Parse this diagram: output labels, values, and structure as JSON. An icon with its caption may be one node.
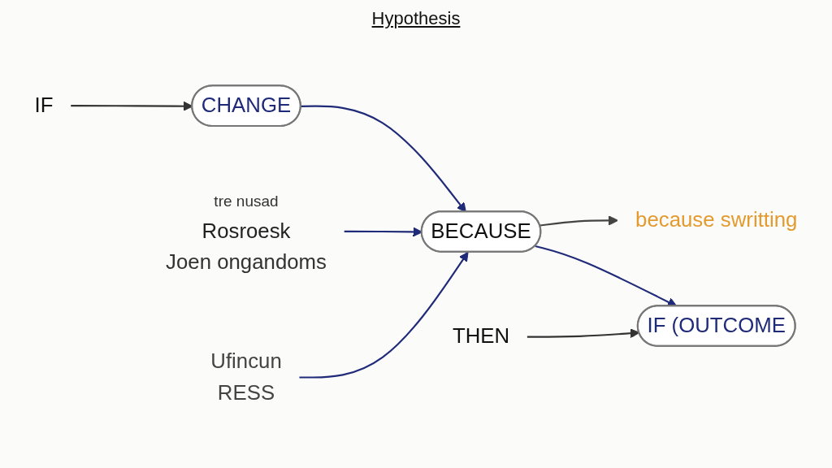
{
  "diagram": {
    "title": "Hypothesis",
    "nodes": [
      {
        "text": [
          "because swritting"
        ]
      },
      {
        "text": [
          "IF"
        ]
      },
      {
        "text": [
          "CHANGE"
        ]
      },
      {
        "text": [
          "Rosroesk"
        ],
        "beside": [
          "tre nusad",
          "Joen ongandoms"
        ]
      },
      {
        "text": [
          "BECAUSE"
        ]
      },
      {
        "text": [
          "THEN"
        ]
      },
      {
        "text": [
          "IF (OUTCOME"
        ]
      },
      {
        "text": [
          "Ufincun",
          "RESS"
        ]
      }
    ],
    "edges": [
      {
        "from": 1,
        "to": 2,
        "arrow": "to",
        "color": "#333333"
      },
      {
        "from": 2,
        "to": 4,
        "arrow": "to"
      },
      {
        "from": 4,
        "to": 0,
        "arrow": "to",
        "color": "#444444"
      },
      {
        "from": 3,
        "to": 4,
        "arrow": "to"
      },
      {
        "from": 4,
        "to": 6,
        "arrow": "to"
      },
      {
        "from": 7,
        "to": 4,
        "arrow": "to"
      },
      {
        "from": 5,
        "to": 6,
        "arrow": "to",
        "color": "#333333"
      }
    ]
  }
}
